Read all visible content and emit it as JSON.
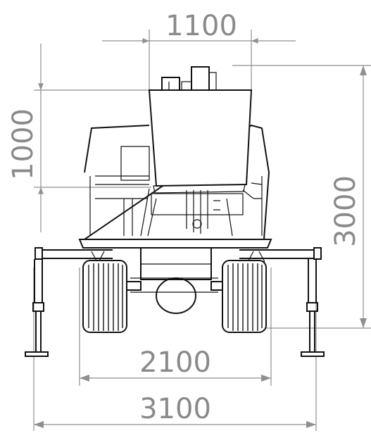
{
  "dimensions": {
    "platform_width": "1100",
    "platform_height": "1000",
    "overall_height": "3000",
    "wheel_track": "2100",
    "outrigger_span": "3100"
  },
  "colors": {
    "dimension_lines": "#8f8f8f",
    "dimension_text": "#8a8a8a",
    "machine_outline": "#111111",
    "background": "#ffffff"
  }
}
